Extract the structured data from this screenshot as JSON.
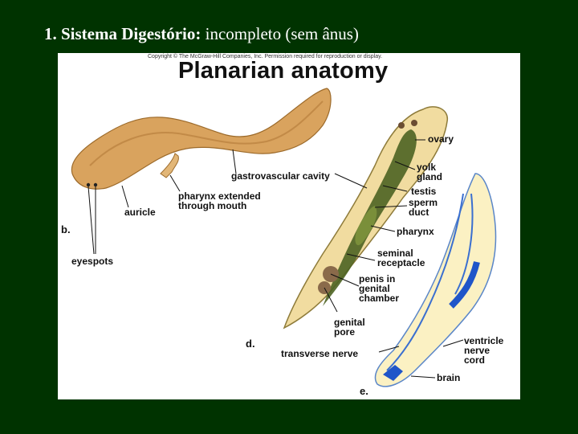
{
  "slide": {
    "title_bold": "1. Sistema Digestório:",
    "title_rest": " incompleto (sem ânus)"
  },
  "figure": {
    "copyright": "Copyright © The McGraw-Hill Companies, Inc. Permission required for reproduction or display.",
    "title": "Planarian anatomy",
    "panel_letters": {
      "b": "b.",
      "d": "d.",
      "e": "e."
    },
    "labels": {
      "auricle": "auricle",
      "eyespots": "eyespots",
      "gastrovascular_cavity": "gastrovascular cavity",
      "pharynx_extended_1": "pharynx extended",
      "pharynx_extended_2": "through mouth",
      "ovary": "ovary",
      "yolk_gland_1": "yolk",
      "yolk_gland_2": "gland",
      "testis": "testis",
      "sperm_duct_1": "sperm",
      "sperm_duct_2": "duct",
      "pharynx": "pharynx",
      "seminal_receptacle_1": "seminal",
      "seminal_receptacle_2": "receptacle",
      "penis_1": "penis in",
      "penis_2": "genital",
      "penis_3": "chamber",
      "genital_pore_1": "genital",
      "genital_pore_2": "pore",
      "transverse_nerve": "transverse nerve",
      "ventricle_nerve_cord_1": "ventricle",
      "ventricle_nerve_cord_2": "nerve",
      "ventricle_nerve_cord_3": "cord",
      "brain": "brain"
    }
  }
}
